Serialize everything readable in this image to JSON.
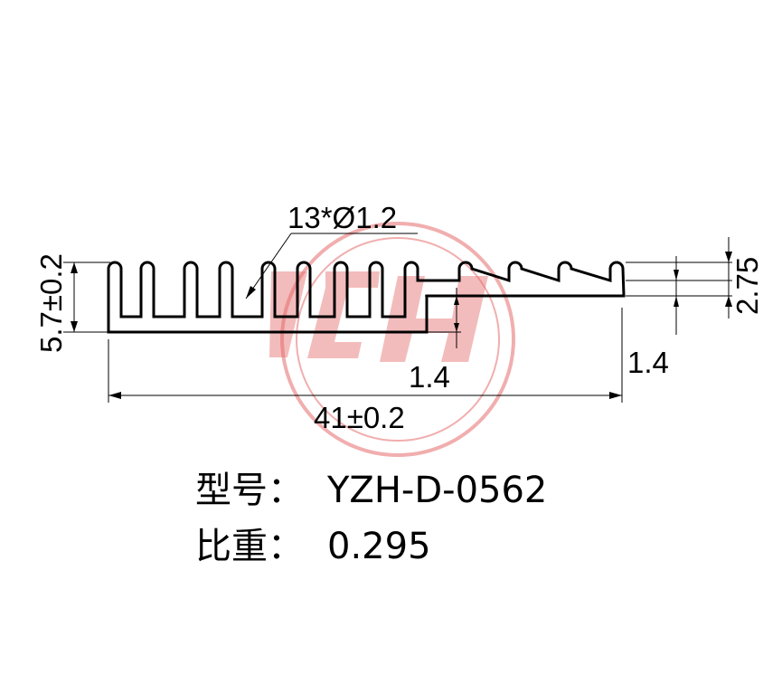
{
  "drawing": {
    "fin_label": "13*Ø1.2",
    "height_label": "5.7±0.2",
    "width_label": "41±0.2",
    "base_thickness_label": "1.4",
    "right_thickness_label": "1.4",
    "step_height_label": "2.75"
  },
  "info": {
    "model_label": "型号：",
    "model_value": "YZH-D-0562",
    "weight_label": "比重：",
    "weight_value": "0.295"
  },
  "watermark": {
    "text": "YZH",
    "color": "#e56b6b"
  }
}
